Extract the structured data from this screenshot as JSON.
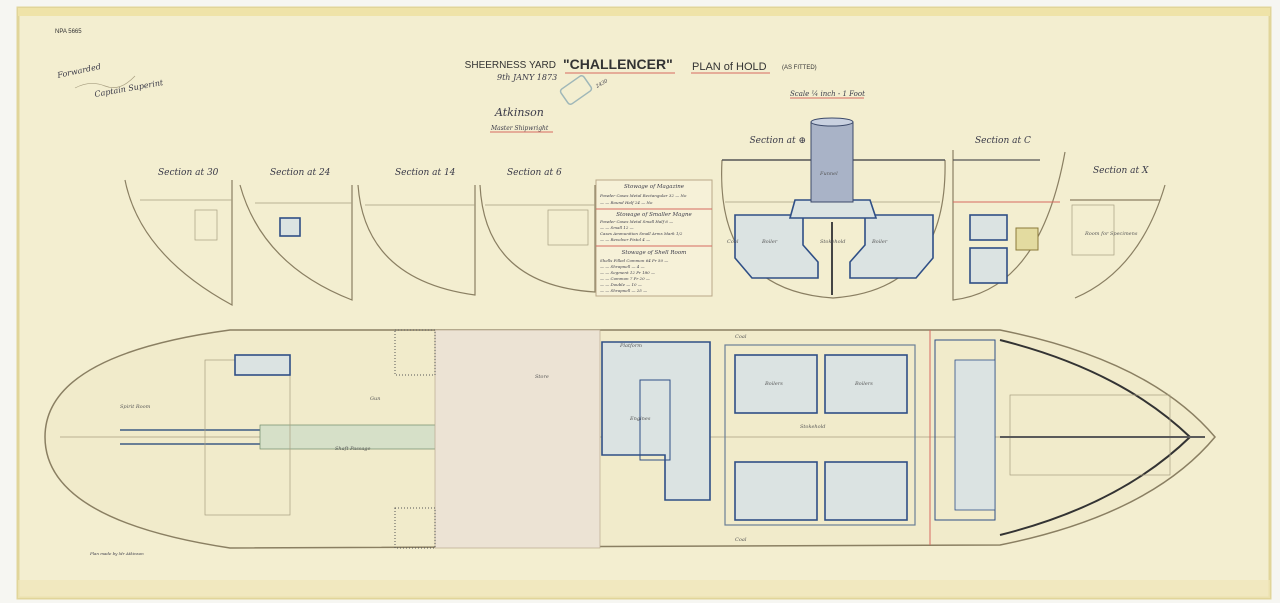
{
  "archive_ref": "NPA 5665",
  "margin_note": {
    "line1": "Forwarded",
    "line2": "Captain Superint"
  },
  "title": {
    "yard": "SHEERNESS YARD",
    "date": "9th JANY 1873",
    "ship": "\"CHALLENCER\"",
    "plan": "PLAN of HOLD",
    "status": "(AS FITTED)",
    "stamp_number": "2430",
    "scale": "Scale ¼ inch - 1 Foot"
  },
  "signature": {
    "name": "Atkinson",
    "role": "Master Shipwright"
  },
  "sections": [
    "Section at 30",
    "Section at 24",
    "Section at 14",
    "Section at 6",
    "Section at ⊕",
    "Section at C",
    "Section at X"
  ],
  "stowage_table": {
    "groups": [
      {
        "heading": "Stowage of Magazine",
        "rows": [
          "Powder Cases Metal Rectangular 32 — No",
          "— — Round Half 24 — No"
        ]
      },
      {
        "heading": "Stowage of Smaller Magne",
        "rows": [
          "Powder Cases Metal Small Half 6 —",
          "— — Small 12 —",
          "Cases Ammunition Small Arms Mark 1/2",
          "— — Revolver Pistol 4 —"
        ]
      },
      {
        "heading": "Stowage of Shell Room",
        "rows": [
          "Shells Filled Common 64 Pr 50 —",
          "— — Shrapnell — 4 —",
          "— — Segment 12 Pr 180 —",
          "— — Common 7 Pr 20 —",
          "— — Double — 10 —",
          "— — Shrapnell — 25 —"
        ]
      }
    ]
  },
  "section_labels": {
    "funnel": "Funnel",
    "boiler": "Boiler",
    "stokehold": "Stokehold",
    "coal": "Coal",
    "specimens": "Room for Specimens"
  },
  "plan_labels": {
    "boilers": "Boilers",
    "stokehold": "Stokehold",
    "engines": "Engines",
    "coal": "Coal",
    "gun": "Gun",
    "shaft": "Shaft Passage",
    "spirit": "Spirit Room",
    "platform": "Platform",
    "store": "Store",
    "sketch_note": "Plan made by Mr Atkinson"
  },
  "colors": {
    "paper": "#f3eed0",
    "tank_blue": "#2f4f86",
    "red_ink": "#d76a60"
  }
}
